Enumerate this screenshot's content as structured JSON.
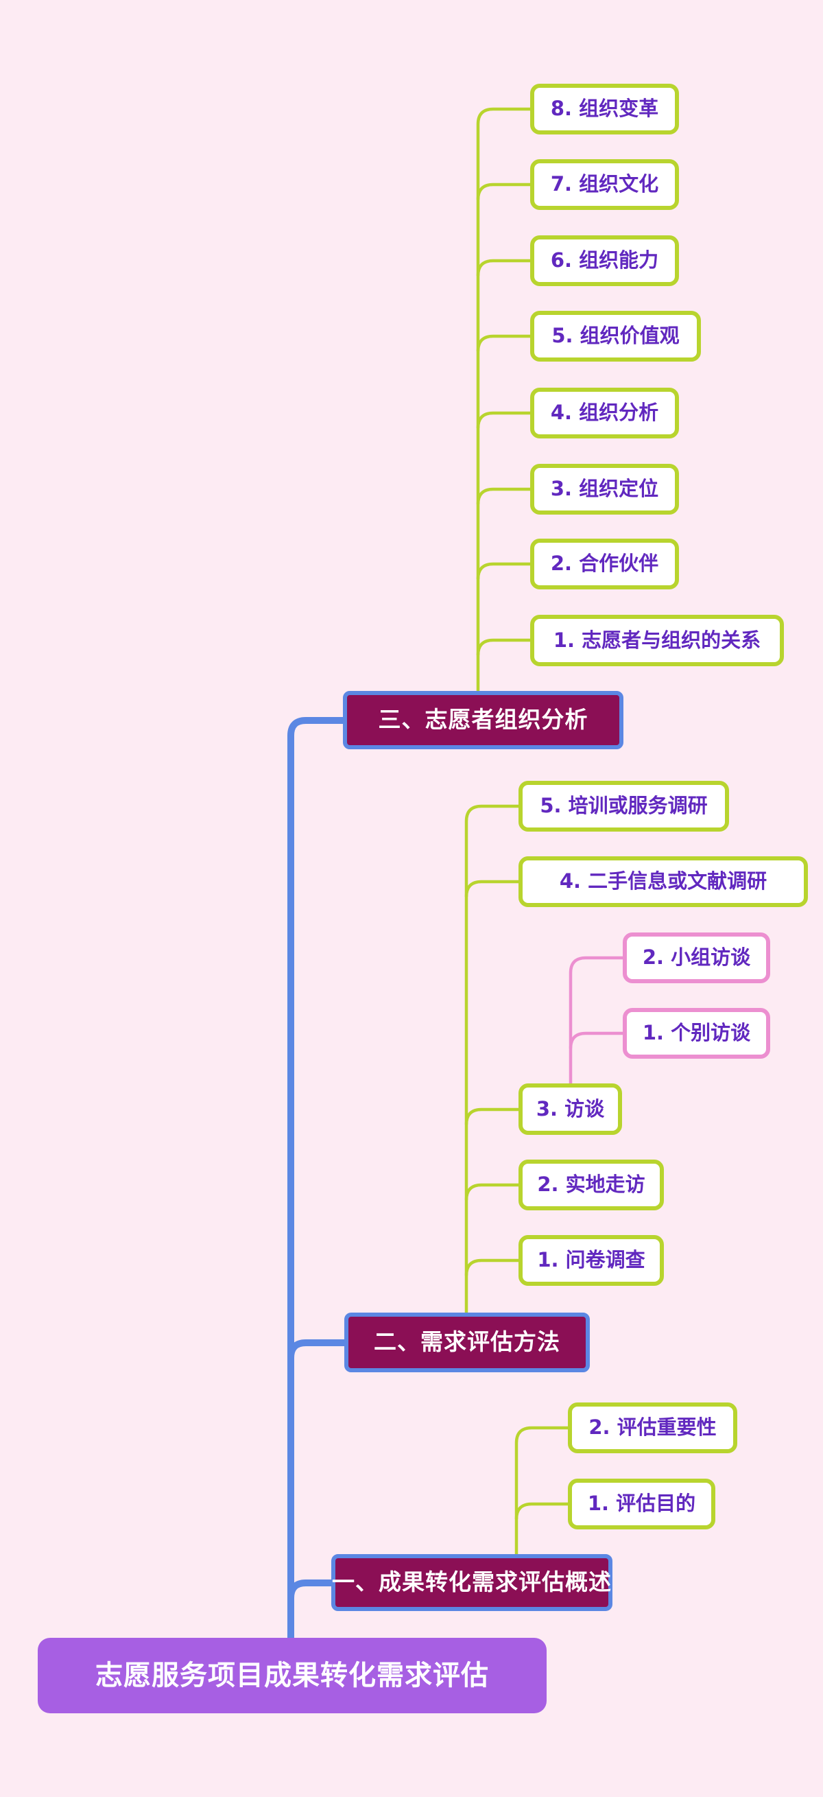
{
  "title": "志愿服务项目成果转化需求评估",
  "root": {
    "label": "志愿服务项目成果转化需求评估"
  },
  "branches": [
    {
      "label": "三、志愿者组织分析",
      "children": [
        {
          "label": "8. 组织变革"
        },
        {
          "label": "7. 组织文化"
        },
        {
          "label": "6. 组织能力"
        },
        {
          "label": "5. 组织价值观"
        },
        {
          "label": "4. 组织分析"
        },
        {
          "label": "3. 组织定位"
        },
        {
          "label": "2. 合作伙伴"
        },
        {
          "label": "1. 志愿者与组织的关系"
        }
      ]
    },
    {
      "label": "二、需求评估方法",
      "children": [
        {
          "label": "5. 培训或服务调研"
        },
        {
          "label": "4. 二手信息或文献调研"
        },
        {
          "label": "3. 访谈",
          "children": [
            {
              "label": "2. 小组访谈"
            },
            {
              "label": "1. 个别访谈"
            }
          ]
        },
        {
          "label": "2. 实地走访"
        },
        {
          "label": "1. 问卷调查"
        }
      ]
    },
    {
      "label": "一、成果转化需求评估概述",
      "children": [
        {
          "label": "2. 评估重要性"
        },
        {
          "label": "1. 评估目的"
        }
      ]
    }
  ],
  "colors": {
    "background": "#fdebf3",
    "node_fill": "#ffffff",
    "green": "#b8d42e",
    "pink": "#ec8fd0",
    "blue": "#5b87e3",
    "maroon": "#8b0f55",
    "purple": "#a75fe3",
    "child_text": "#6128bf",
    "header_text": "#ffffff"
  }
}
